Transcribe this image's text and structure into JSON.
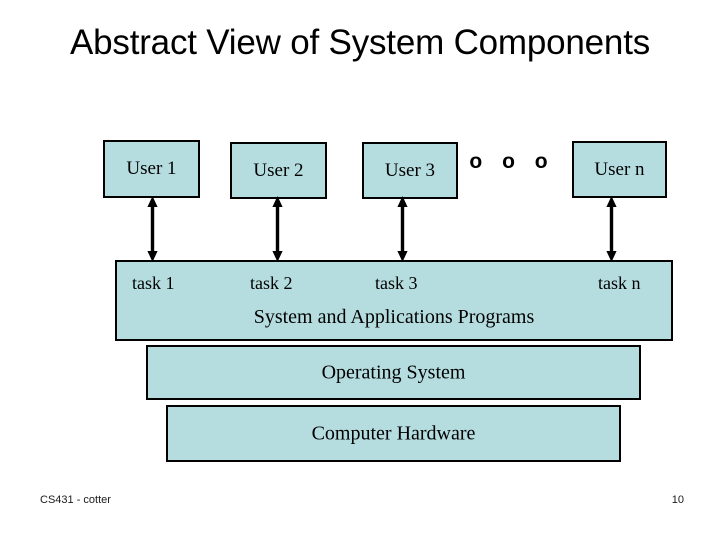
{
  "slide": {
    "title": "Abstract View of System Components",
    "accent_fill": "#b5dde0",
    "border_color": "#000000",
    "background": "#ffffff"
  },
  "users": {
    "boxes": [
      {
        "label": "User 1"
      },
      {
        "label": "User 2"
      },
      {
        "label": "User 3"
      },
      {
        "label": "User n"
      }
    ],
    "ellipsis": "o o o"
  },
  "tasks": [
    {
      "label": "task 1"
    },
    {
      "label": "task 2"
    },
    {
      "label": "task 3"
    },
    {
      "label": "task n"
    }
  ],
  "layers": [
    {
      "label": "System and Applications Programs"
    },
    {
      "label": "Operating System"
    },
    {
      "label": "Computer Hardware"
    }
  ],
  "connectors": {
    "count": 4,
    "style": "double-headed-vertical-arrow",
    "icon": "double-arrow-icon"
  },
  "footer": {
    "left": "CS431 - cotter",
    "page_number": "10"
  }
}
